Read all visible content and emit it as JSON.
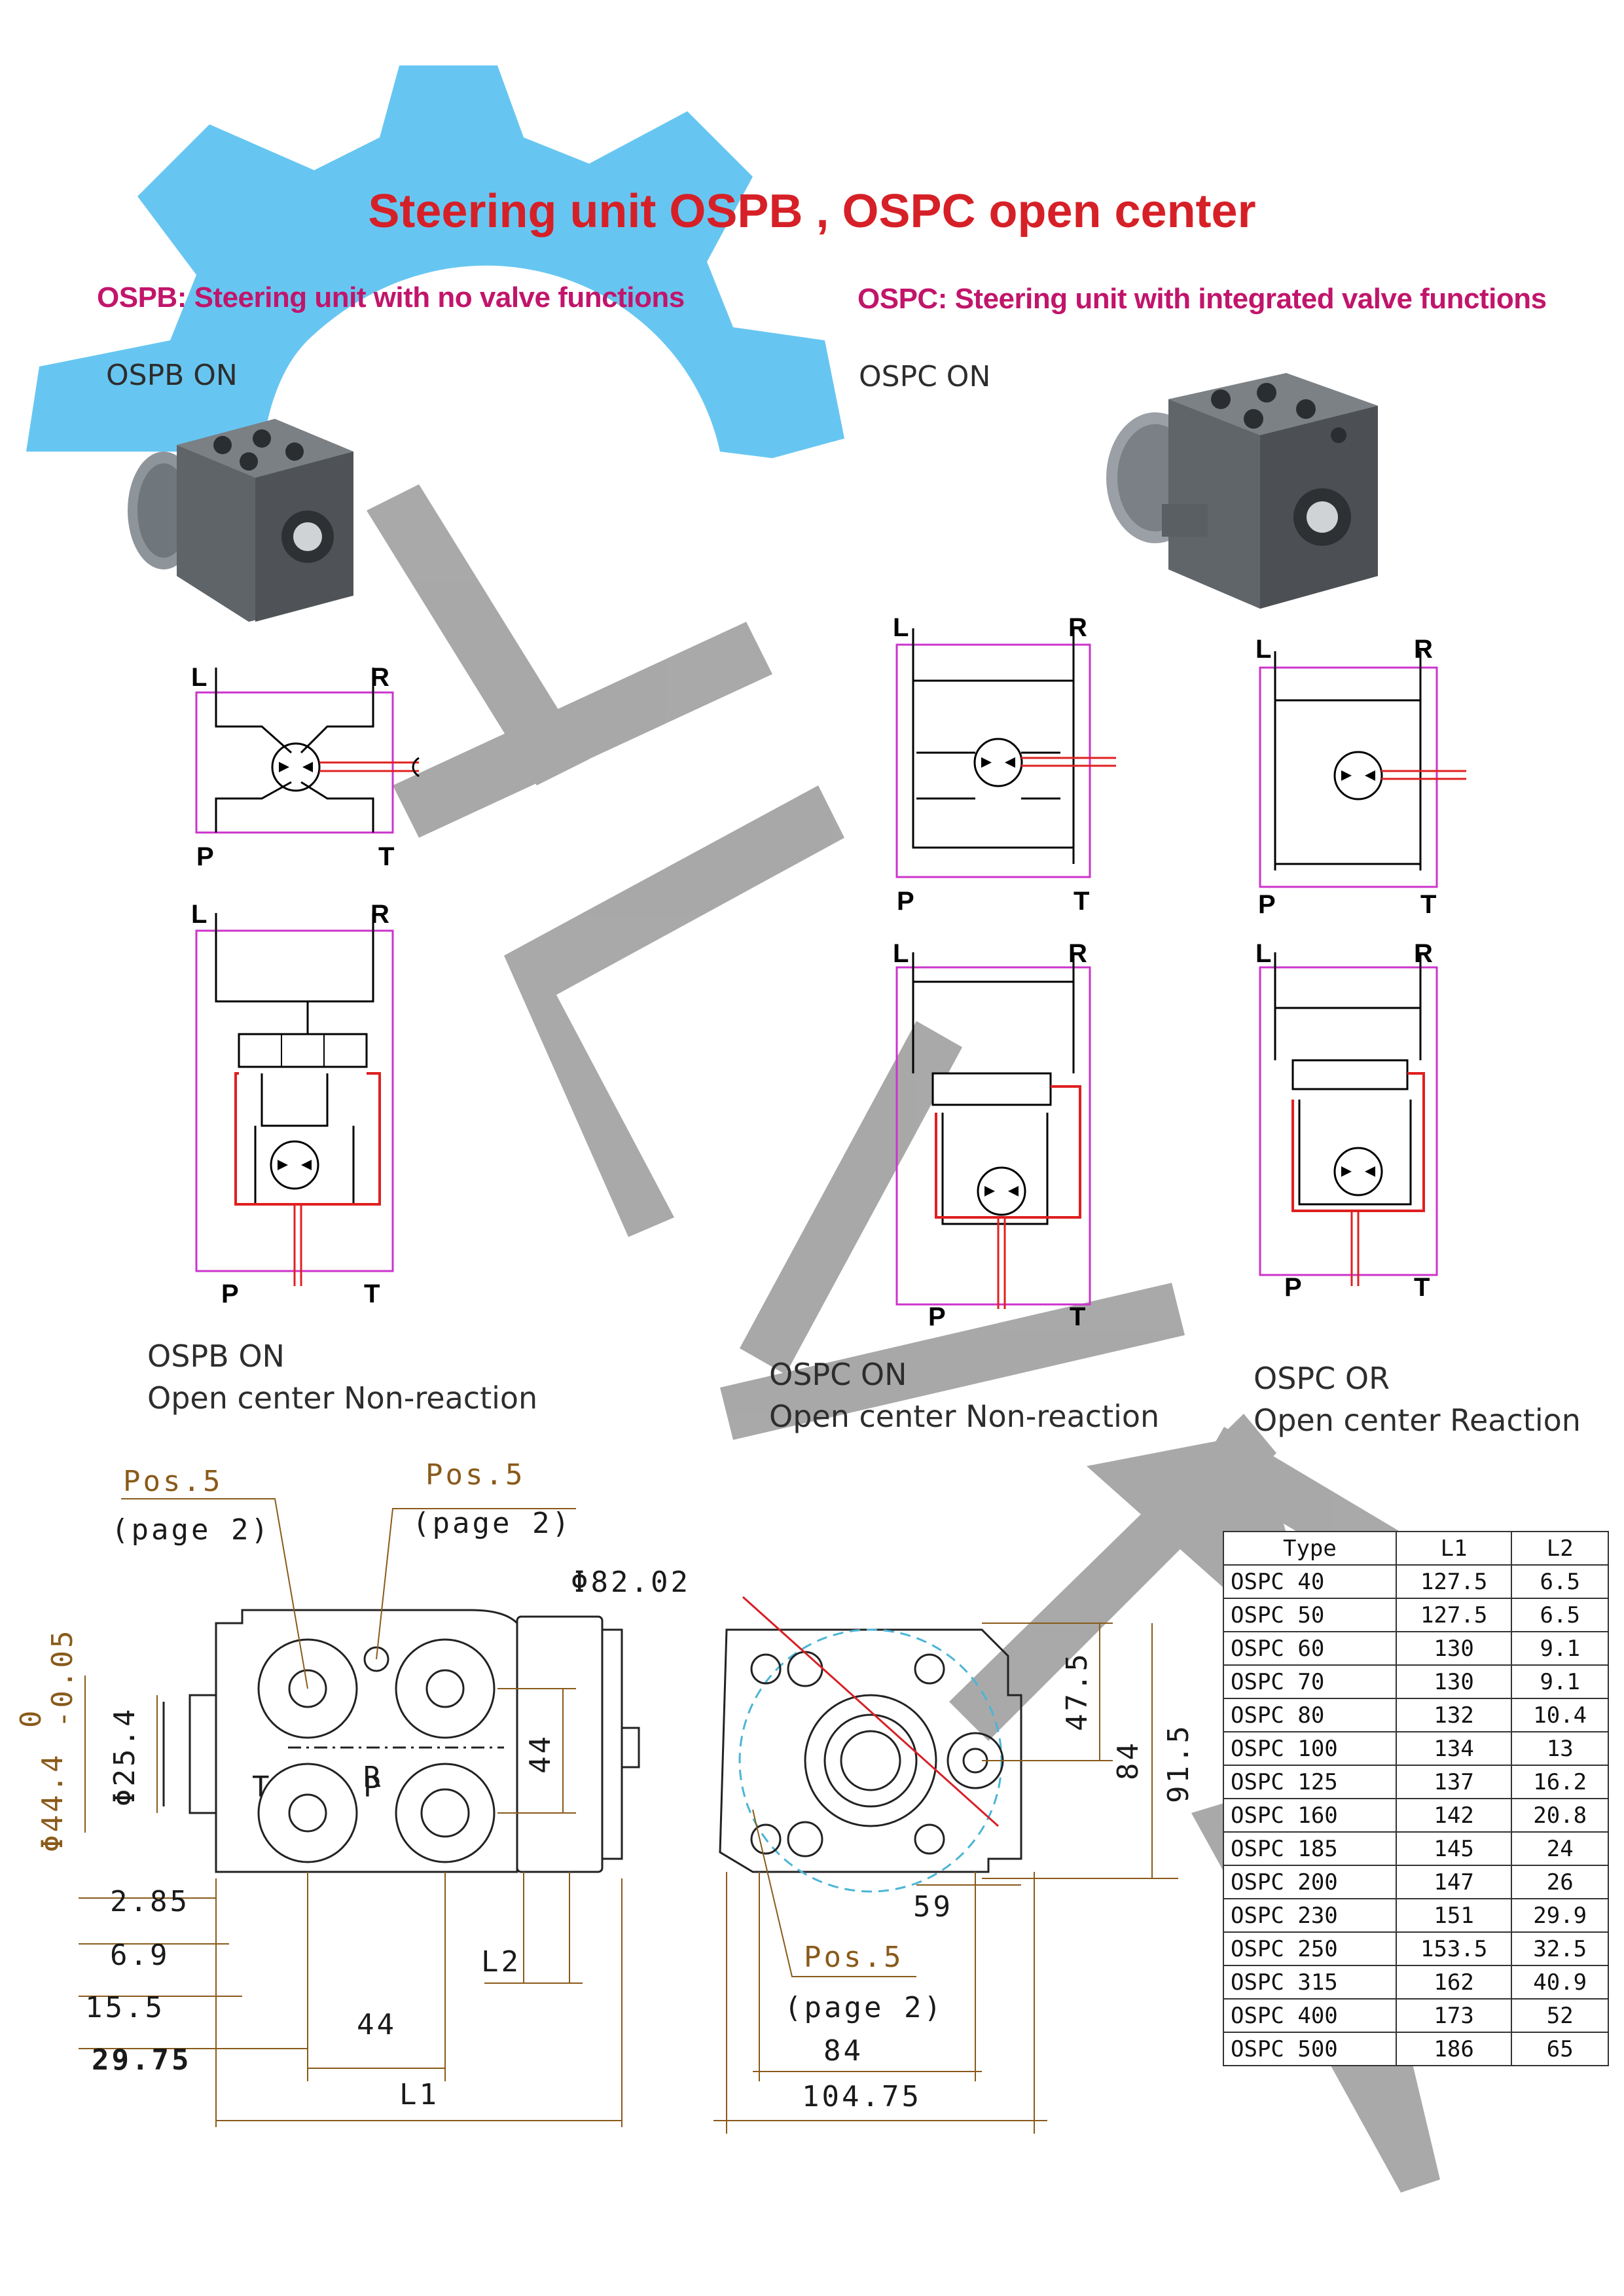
{
  "title": "Steering unit OSPB , OSPC open center",
  "sections": {
    "ospb": {
      "heading": "OSPB: Steering unit with no valve functions",
      "photo_label": "OSPB ON",
      "caption_line1": "OSPB ON",
      "caption_line2": "Open center Non-reaction"
    },
    "ospc": {
      "heading": "OSPC: Steering unit with integrated valve functions",
      "photo_label": "OSPC ON",
      "caption_line1": "OSPC ON",
      "caption_line2": "Open center Non-reaction"
    },
    "ospc_or": {
      "caption_line1": "OSPC OR",
      "caption_line2": "Open center Reaction"
    }
  },
  "port_labels": {
    "l": "L",
    "r": "R",
    "p": "P",
    "t": "T"
  },
  "drawing": {
    "pos_label": "Pos.5",
    "page_ref": "(page 2)",
    "dim_82": "Φ82.02",
    "dim_44_4": "Φ44.4",
    "dim_tol_top": "0",
    "dim_tol_bot": "-0.05",
    "dim_25_4": "Φ25.4",
    "dim_44_v": "44",
    "dim_47_5": "47.5",
    "dim_84_v": "84",
    "dim_91_5": "91.5",
    "dim_2_85": "2.85",
    "dim_6_9": "6.9",
    "dim_15_5": "15.5",
    "dim_29_75": "29.75",
    "dim_44_h": "44",
    "dim_l1": "L1",
    "dim_l2": "L2",
    "dim_59": "59",
    "dim_84_h": "84",
    "dim_104_75": "104.75",
    "face_r": "R",
    "face_t": "T",
    "face_p": "P"
  },
  "spec_table": {
    "headers": [
      "Type",
      "L1",
      "L2"
    ],
    "rows": [
      [
        "OSPC 40",
        "127.5",
        "6.5"
      ],
      [
        "OSPC 50",
        "127.5",
        "6.5"
      ],
      [
        "OSPC 60",
        "130",
        "9.1"
      ],
      [
        "OSPC 70",
        "130",
        "9.1"
      ],
      [
        "OSPC 80",
        "132",
        "10.4"
      ],
      [
        "OSPC 100",
        "134",
        "13"
      ],
      [
        "OSPC 125",
        "137",
        "16.2"
      ],
      [
        "OSPC 160",
        "142",
        "20.8"
      ],
      [
        "OSPC 185",
        "145",
        "24"
      ],
      [
        "OSPC 200",
        "147",
        "26"
      ],
      [
        "OSPC 230",
        "151",
        "29.9"
      ],
      [
        "OSPC 250",
        "153.5",
        "32.5"
      ],
      [
        "OSPC 315",
        "162",
        "40.9"
      ],
      [
        "OSPC 400",
        "173",
        "52"
      ],
      [
        "OSPC 500",
        "186",
        "65"
      ]
    ]
  },
  "colors": {
    "title": "#d62027",
    "heading": "#c1156b",
    "schematic_frame": "#cc33cc",
    "flow_line": "#e02020",
    "watermark_blue": "#5fc3f0",
    "watermark_gray": "#9a9a9a"
  }
}
